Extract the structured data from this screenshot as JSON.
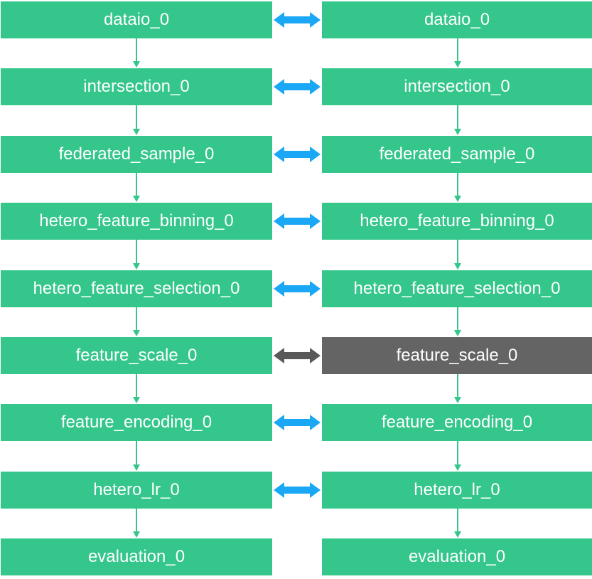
{
  "colors": {
    "node_fill": "#34c68a",
    "node_fill_highlight": "#646464",
    "flow_arrow": "#34c68a",
    "link_arrow": "#1aa7f5",
    "link_arrow_highlight": "#595959"
  },
  "rows": [
    {
      "left": "dataio_0",
      "right": "dataio_0",
      "highlighted": false
    },
    {
      "left": "intersection_0",
      "right": "intersection_0",
      "highlighted": false
    },
    {
      "left": "federated_sample_0",
      "right": "federated_sample_0",
      "highlighted": false
    },
    {
      "left": "hetero_feature_binning_0",
      "right": "hetero_feature_binning_0",
      "highlighted": false
    },
    {
      "left": "hetero_feature_selection_0",
      "right": "hetero_feature_selection_0",
      "highlighted": false
    },
    {
      "left": "feature_scale_0",
      "right": "feature_scale_0",
      "highlighted": true
    },
    {
      "left": "feature_encoding_0",
      "right": "feature_encoding_0",
      "highlighted": false
    },
    {
      "left": "hetero_lr_0",
      "right": "hetero_lr_0",
      "highlighted": false
    },
    {
      "left": "evaluation_0",
      "right": "evaluation_0",
      "highlighted": false,
      "no_link": true
    }
  ]
}
